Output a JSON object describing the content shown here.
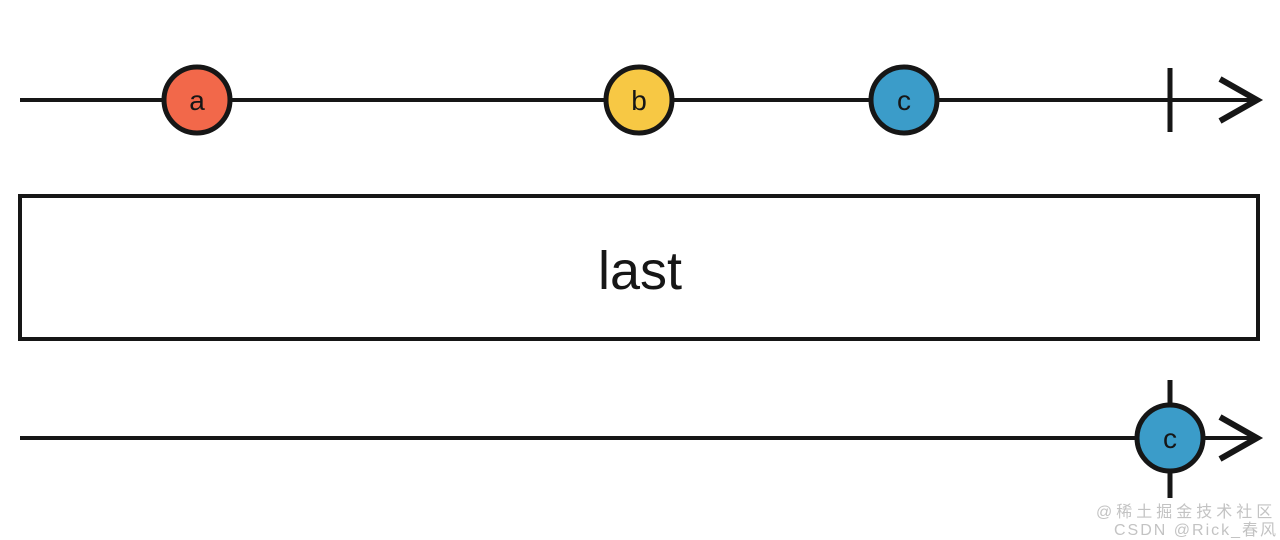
{
  "diagram": {
    "type": "marble-diagram",
    "operator": {
      "label": "last"
    }
  },
  "colors": {
    "stroke": "#161616",
    "marble_a_fill": "#F2684A",
    "marble_b_fill": "#F7C844",
    "marble_c_fill": "#3B9CC9",
    "watermark": "#C3C3C3"
  },
  "source_stream": {
    "marbles": [
      {
        "label": "a"
      },
      {
        "label": "b"
      },
      {
        "label": "c"
      }
    ],
    "completed": true
  },
  "output_stream": {
    "marbles": [
      {
        "label": "c"
      }
    ],
    "completed": true
  },
  "watermark": {
    "line1": "@稀土掘金技术社区",
    "line2": "CSDN @Rick_春风"
  }
}
